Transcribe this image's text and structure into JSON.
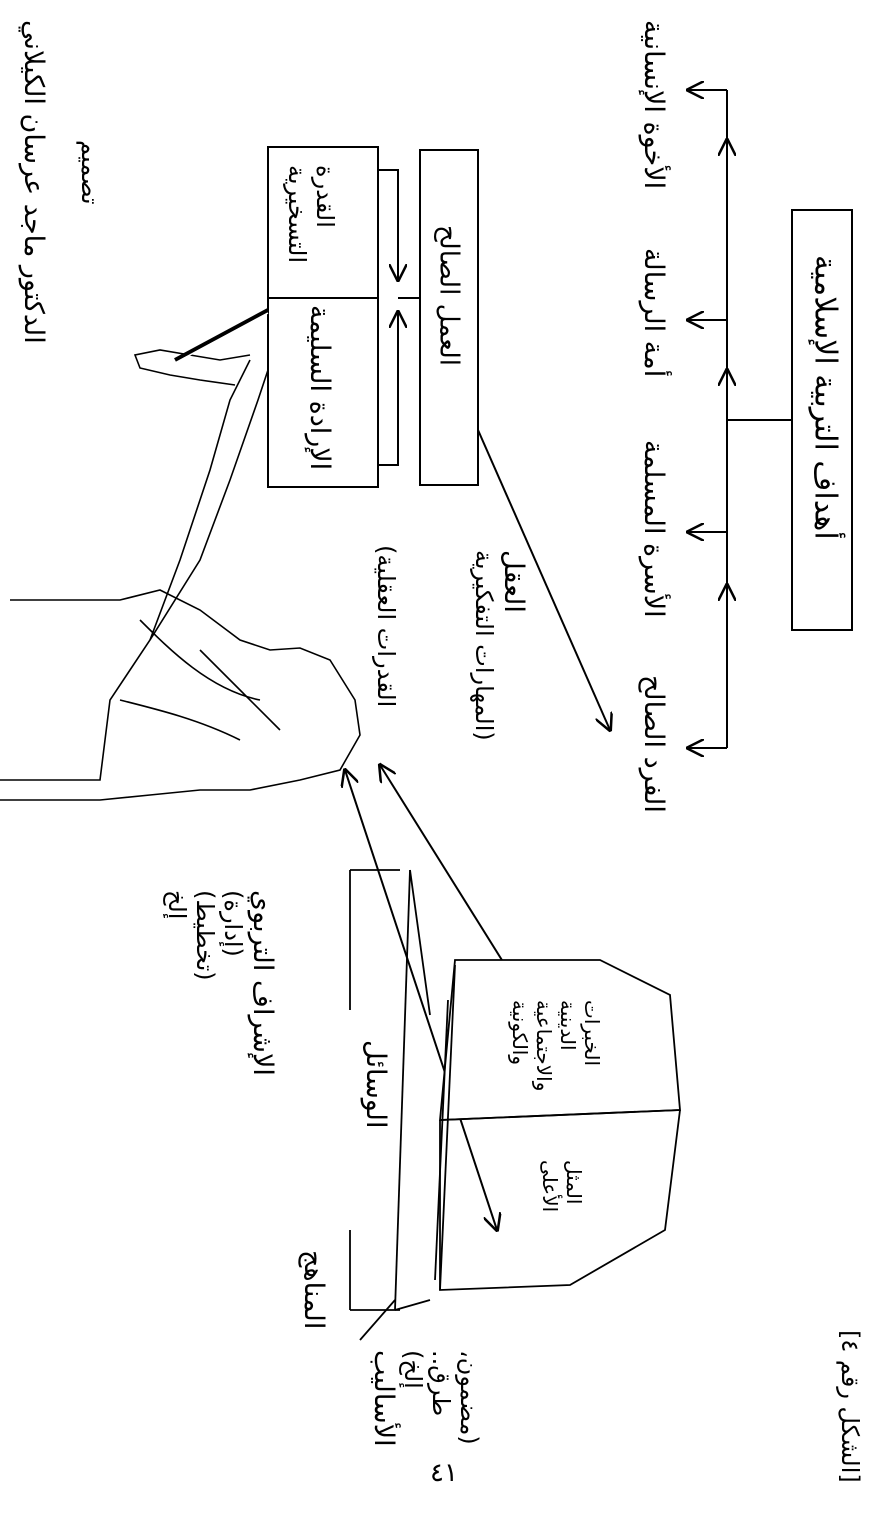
{
  "goals_root": "أهداف التربية الإسلامية",
  "goals": [
    "الأخوة الإنسانية",
    "أمة الرسالة",
    "الأسرة المسلمة",
    "الفرد الصالح"
  ],
  "good_work": "العمل الصالح",
  "sub_boxes": {
    "ability": [
      "القدرة",
      "التسخيرية"
    ],
    "will": "الإرادة السليمة"
  },
  "mind": [
    "العقل",
    "(المهارات التفكيرية",
    "القدرات العقلية)"
  ],
  "book_pages": {
    "left": [
      "المثل",
      "الأعلى"
    ],
    "right": [
      "الخبرات",
      "الدينية",
      "والاجتماعية",
      "والكونية"
    ]
  },
  "supports": {
    "curricula": "المناهج",
    "means": "الوسائل",
    "methods": [
      "الأساليب",
      "(مضمون،",
      "طرق..",
      "إلخ)"
    ],
    "supervision": [
      "الإشراف التربوي",
      "(إدارة)",
      "(تخطيط)",
      "إلخ"
    ]
  },
  "designer": [
    "تصميم",
    "الدكتور ماجد عرسان الكيلاني"
  ],
  "figure_caption": "[الشكل رقم ٤]",
  "page_number": "٤١"
}
